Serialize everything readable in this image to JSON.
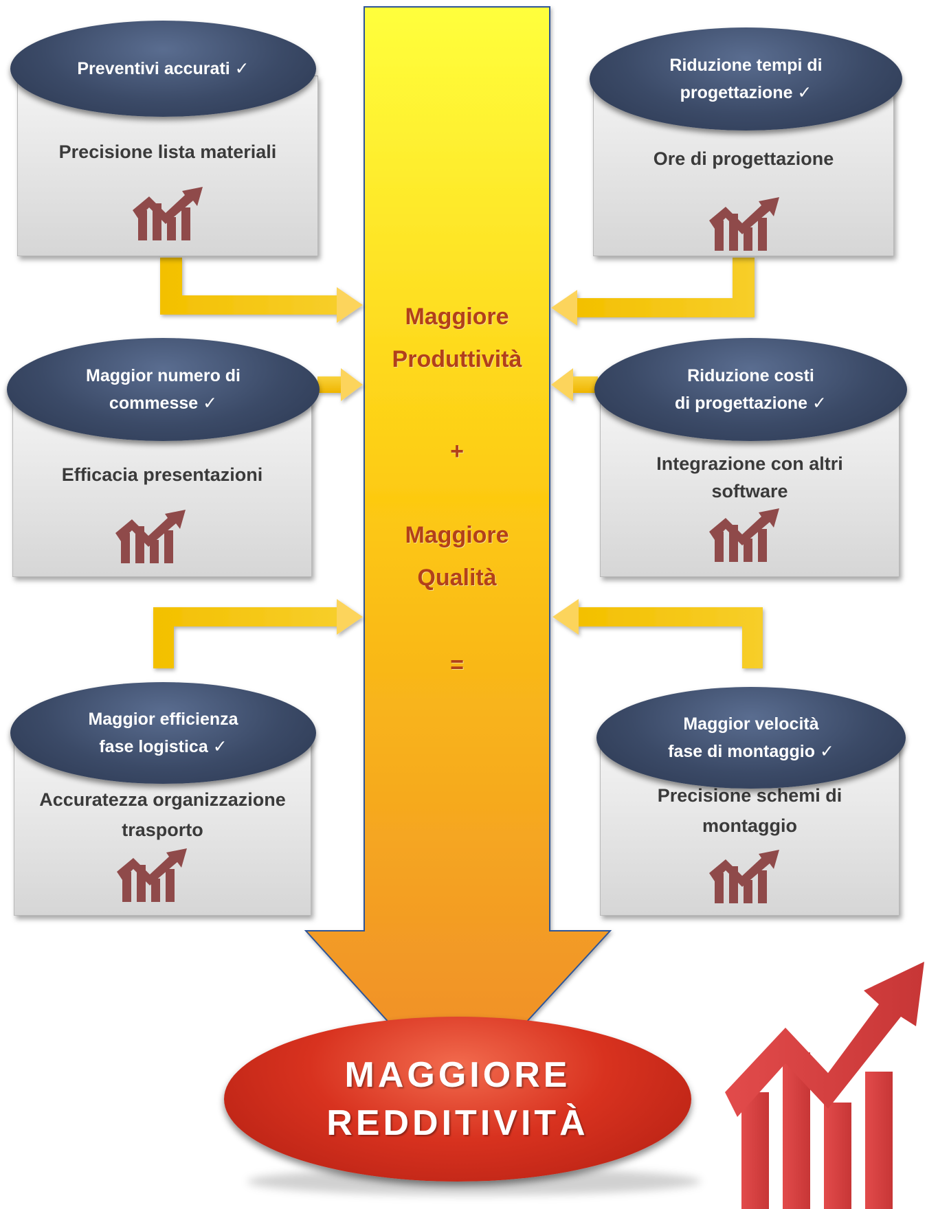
{
  "center": {
    "line1": "Maggiore",
    "line2": "Produttività",
    "plus": "+",
    "line3": "Maggiore",
    "line4": "Qualità",
    "equals": "="
  },
  "items": [
    {
      "benefit_line1": "Preventivi accurati ✓",
      "benefit_line2": "",
      "metric_line1": "Precisione lista materiali",
      "metric_line2": ""
    },
    {
      "benefit_line1": "Riduzione tempi di",
      "benefit_line2": "progettazione ✓",
      "metric_line1": "Ore di progettazione",
      "metric_line2": ""
    },
    {
      "benefit_line1": "Maggior numero di",
      "benefit_line2": "commesse ✓",
      "metric_line1": "Efficacia presentazioni",
      "metric_line2": ""
    },
    {
      "benefit_line1": "Riduzione costi",
      "benefit_line2": "di progettazione ✓",
      "metric_line1": "Integrazione con altri",
      "metric_line2": "software"
    },
    {
      "benefit_line1": "Maggior efficienza",
      "benefit_line2": "fase logistica ✓",
      "metric_line1": "Accuratezza organizzazione",
      "metric_line2": "trasporto"
    },
    {
      "benefit_line1": "Maggior velocità",
      "benefit_line2": "fase di montaggio ✓",
      "metric_line1": "Precisione schemi di",
      "metric_line2": "montaggio"
    }
  ],
  "result": {
    "line1": "MAGGIORE",
    "line2": "REDDITIVITÀ"
  },
  "colors": {
    "benefit_oval": "#3b4a67",
    "result_oval": "#d8321f",
    "center_text": "#b2401a",
    "mini_chart": "#8f4a4a",
    "big_chart": "#d94545",
    "arrow_top": "#ffff3c",
    "arrow_bottom": "#ef8b2a"
  },
  "icons": [
    "growth-chart-icon"
  ]
}
